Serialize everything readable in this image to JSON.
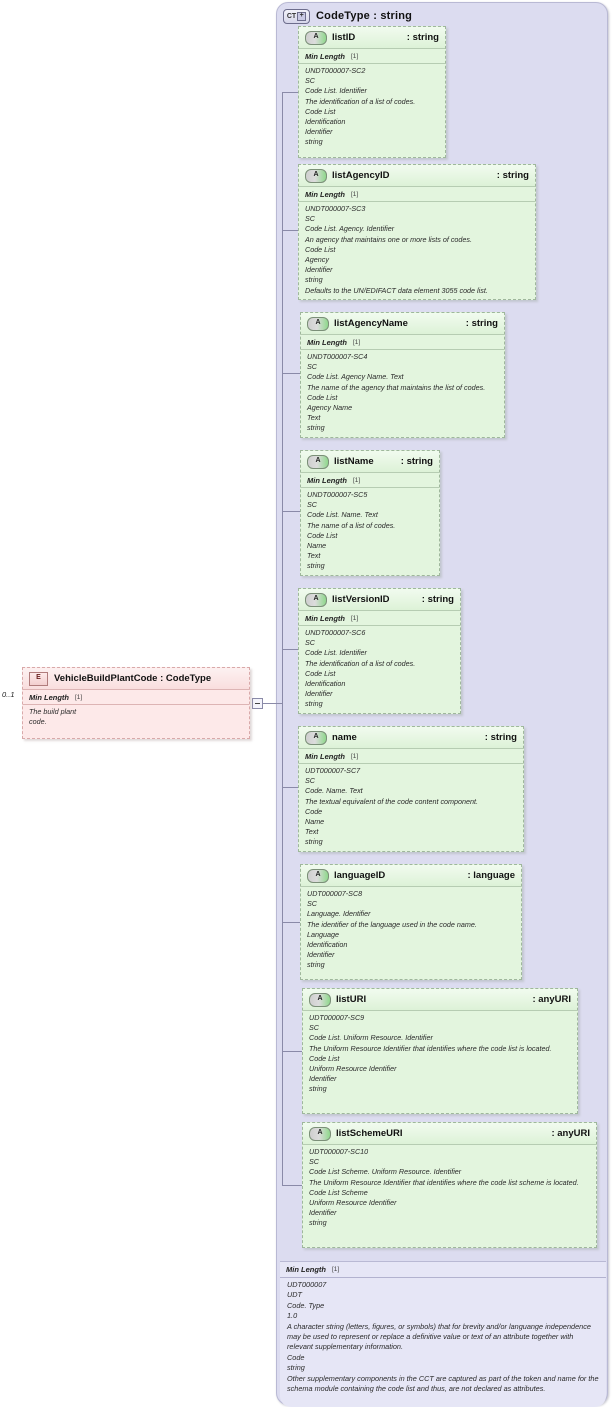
{
  "container": {
    "icon": "CT",
    "expand_glyph": "+",
    "title": "CodeType : string"
  },
  "element": {
    "icon": "E",
    "name": "VehicleBuildPlantCode : CodeType",
    "cardinality": "0..1",
    "facet_label": "Min Length",
    "facet_occurrence": "[1]",
    "doc": [
      "The build plant",
      "code."
    ]
  },
  "type_footer": {
    "facet_label": "Min Length",
    "facet_occurrence": "[1]",
    "doc": [
      "UDT000007",
      "UDT",
      "Code. Type",
      "1.0",
      "A character string (letters, figures, or symbols) that for brevity and/or languange independence may be used to represent or replace a definitive value or text of an attribute together with relevant supplementary information.",
      "Code",
      "string",
      "Other supplementary components in the CCT are captured as part of the token and name for the schema module containing the code list and thus, are not declared as attributes."
    ]
  },
  "attributes": [
    {
      "icon": "A",
      "name": "listID",
      "type": ": string",
      "facet_label": "Min Length",
      "facet_occurrence": "[1]",
      "doc": [
        "UNDT000007-SC2",
        "SC",
        "Code List. Identifier",
        "The identification of a list of codes.",
        "Code List",
        "Identification",
        "Identifier",
        "string"
      ]
    },
    {
      "icon": "A",
      "name": "listAgencyID",
      "type": ": string",
      "facet_label": "Min Length",
      "facet_occurrence": "[1]",
      "doc": [
        "UNDT000007-SC3",
        "SC",
        "Code List. Agency. Identifier",
        "An agency that maintains one or more lists of codes.",
        "Code List",
        "Agency",
        "Identifier",
        "string",
        "Defaults to the UN/EDIFACT data element 3055 code list."
      ]
    },
    {
      "icon": "A",
      "name": "listAgencyName",
      "type": ": string",
      "facet_label": "Min Length",
      "facet_occurrence": "[1]",
      "doc": [
        "UNDT000007-SC4",
        "SC",
        "Code List. Agency Name. Text",
        "The name of the agency that maintains the list of codes.",
        "Code List",
        "Agency Name",
        "Text",
        "string"
      ]
    },
    {
      "icon": "A",
      "name": "listName",
      "type": ": string",
      "facet_label": "Min Length",
      "facet_occurrence": "[1]",
      "doc": [
        "UNDT000007-SC5",
        "SC",
        "Code List. Name. Text",
        "The name of a list of codes.",
        "Code List",
        "Name",
        "Text",
        "string"
      ]
    },
    {
      "icon": "A",
      "name": "listVersionID",
      "type": ": string",
      "facet_label": "Min Length",
      "facet_occurrence": "[1]",
      "doc": [
        "UNDT000007-SC6",
        "SC",
        "Code List. Identifier",
        "The identification of a list of codes.",
        "Code List",
        "Identification",
        "Identifier",
        "string"
      ]
    },
    {
      "icon": "A",
      "name": "name",
      "type": ": string",
      "facet_label": "Min Length",
      "facet_occurrence": "[1]",
      "doc": [
        "UDT000007-SC7",
        "SC",
        "Code. Name. Text",
        "The textual equivalent of the code content component.",
        "Code",
        "Name",
        "Text",
        "string"
      ]
    },
    {
      "icon": "A",
      "name": "languageID",
      "type": ": language",
      "facet_label": "",
      "facet_occurrence": "",
      "doc": [
        "UDT000007-SC8",
        "SC",
        "Language. Identifier",
        "The identifier of the language used in the code name.",
        "Language",
        "Identification",
        "Identifier",
        "string"
      ]
    },
    {
      "icon": "A",
      "name": "listURI",
      "type": ": anyURI",
      "facet_label": "",
      "facet_occurrence": "",
      "doc": [
        "UDT000007-SC9",
        "SC",
        "Code List. Uniform Resource. Identifier",
        "The Uniform Resource Identifier that identifies where the code list is located.",
        "Code List",
        "Uniform Resource Identifier",
        "Identifier",
        "string"
      ]
    },
    {
      "icon": "A",
      "name": "listSchemeURI",
      "type": ": anyURI",
      "facet_label": "",
      "facet_occurrence": "",
      "doc": [
        "UDT000007-SC10",
        "SC",
        "Code List Scheme. Uniform Resource. Identifier",
        "The Uniform Resource Identifier that identifies where the code list scheme is located.",
        "Code List Scheme",
        "Uniform Resource Identifier",
        "Identifier",
        "string"
      ]
    }
  ]
}
